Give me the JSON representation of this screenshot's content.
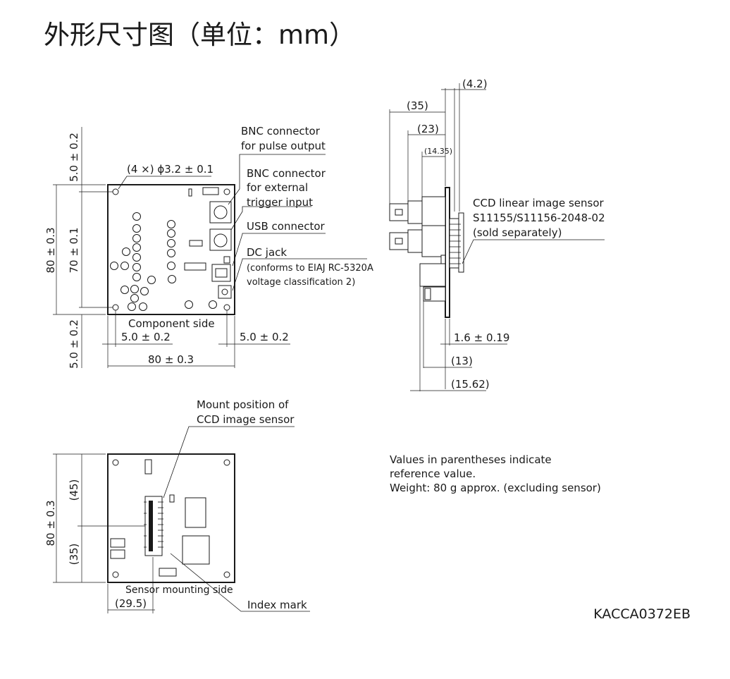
{
  "title": "外形尺寸图（单位：mm）",
  "front": {
    "dim_top_margin": "5.0 ± 0.2",
    "dim_height": "80 ± 0.3",
    "dim_hole_pitch": "70 ± 0.1",
    "dim_bottom_margin": "5.0 ± 0.2",
    "dim_left_margin": "5.0 ± 0.2",
    "dim_right_margin": "5.0 ± 0.2",
    "dim_width": "80 ± 0.3",
    "hole_spec": "(4 ×) ϕ3.2 ± 0.1",
    "caption": "Component side",
    "bnc_pulse": [
      "BNC connector",
      "for pulse output"
    ],
    "bnc_trigger": [
      "BNC connector",
      "for external",
      "trigger input"
    ],
    "usb": "USB connector",
    "dc_jack": "DC jack",
    "dc_jack_note": [
      "(conforms to EIAJ RC-5320A",
      "voltage classification 2)"
    ]
  },
  "side": {
    "dim_35": "(35)",
    "dim_23": "(23)",
    "dim_14_35": "(14.35)",
    "dim_4_2": "(4.2)",
    "dim_1_6": "1.6 ± 0.19",
    "dim_13": "(13)",
    "dim_15_62": "(15.62)",
    "sensor_label": [
      "CCD linear image sensor",
      "S11155/S11156-2048-02",
      "(sold separately)"
    ]
  },
  "back": {
    "mount_label": [
      "Mount position of",
      "CCD image sensor"
    ],
    "dim_height": "80 ± 0.3",
    "dim_45": "(45)",
    "dim_35": "(35)",
    "dim_29_5": "(29.5)",
    "caption": "Sensor mounting side",
    "index_mark": "Index mark"
  },
  "notes": [
    "Values in parentheses indicate",
    "reference value.",
    "Weight: 80 g approx. (excluding sensor)"
  ],
  "code": "KACCA0372EB"
}
